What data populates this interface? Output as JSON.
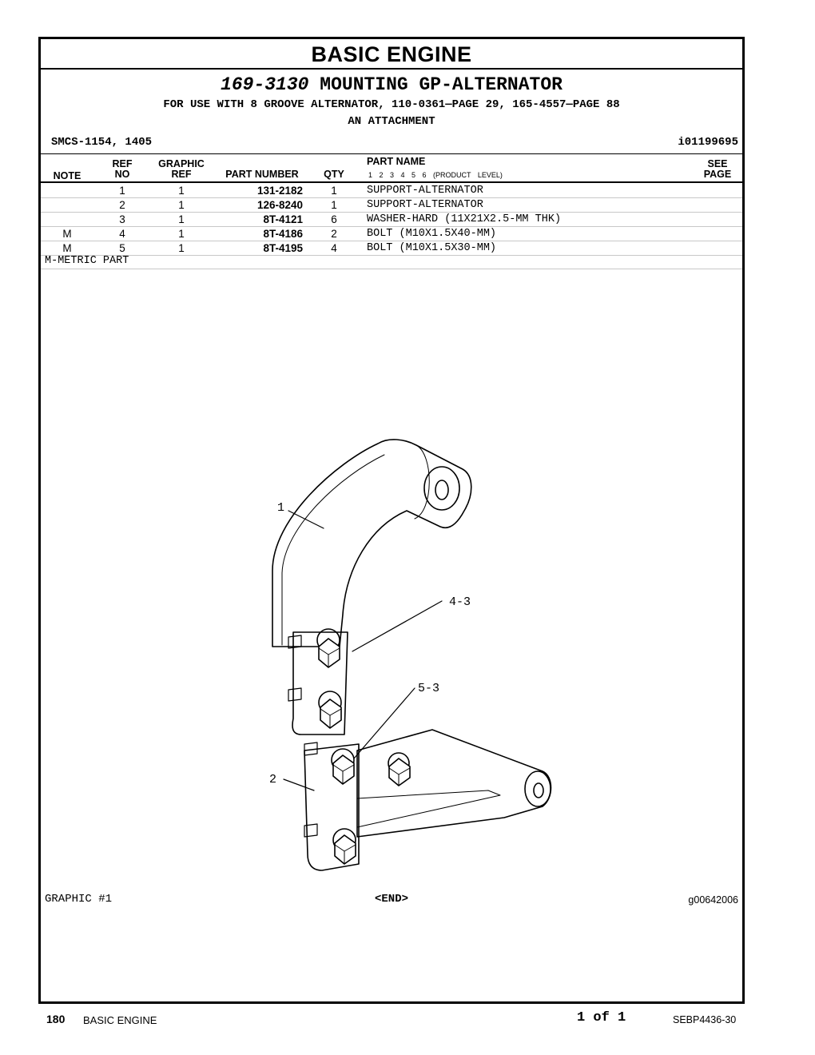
{
  "section": {
    "title": "BASIC ENGINE"
  },
  "group": {
    "number": "169-3130",
    "name": "MOUNTING GP-ALTERNATOR",
    "usage": "FOR USE WITH 8 GROOVE ALTERNATOR, 110-0361—PAGE 29, 165-4557—PAGE 88",
    "attachment": "AN ATTACHMENT"
  },
  "smcs": "SMCS-1154, 1405",
  "info_id": "i01199695",
  "table": {
    "headers": {
      "note": "NOTE",
      "ref_top": "REF",
      "ref_bottom": "NO",
      "graphic_top": "GRAPHIC",
      "graphic_bottom": "REF",
      "part_number": "PART NUMBER",
      "qty": "QTY",
      "part_name": "PART NAME",
      "levels": "1 2 3 4 5 6 (PRODUCT LEVEL)",
      "see_top": "SEE",
      "see_bottom": "PAGE"
    },
    "rows": [
      {
        "note": "",
        "ref": "1",
        "graphic": "1",
        "part_number": "131-2182",
        "qty": "1",
        "part_name": "SUPPORT-ALTERNATOR"
      },
      {
        "note": "",
        "ref": "2",
        "graphic": "1",
        "part_number": "126-8240",
        "qty": "1",
        "part_name": "SUPPORT-ALTERNATOR"
      },
      {
        "note": "",
        "ref": "3",
        "graphic": "1",
        "part_number": "8T-4121",
        "qty": "6",
        "part_name": "WASHER-HARD (11X21X2.5-MM THK)"
      },
      {
        "note": "M",
        "ref": "4",
        "graphic": "1",
        "part_number": "8T-4186",
        "qty": "2",
        "part_name": "BOLT (M10X1.5X40-MM)"
      },
      {
        "note": "M",
        "ref": "5",
        "graphic": "1",
        "part_number": "8T-4195",
        "qty": "4",
        "part_name": "BOLT (M10X1.5X30-MM)"
      }
    ],
    "footnote": "M-METRIC PART"
  },
  "illustration": {
    "callouts": [
      "1",
      "4-3",
      "5-3",
      "2"
    ]
  },
  "graphic_label": "GRAPHIC #1",
  "end_marker": "<END>",
  "graphic_id": "g00642006",
  "footer": {
    "page_number": "180",
    "section": "BASIC ENGINE",
    "page_of": "1 of 1",
    "doc_id": "SEBP4436-30"
  }
}
